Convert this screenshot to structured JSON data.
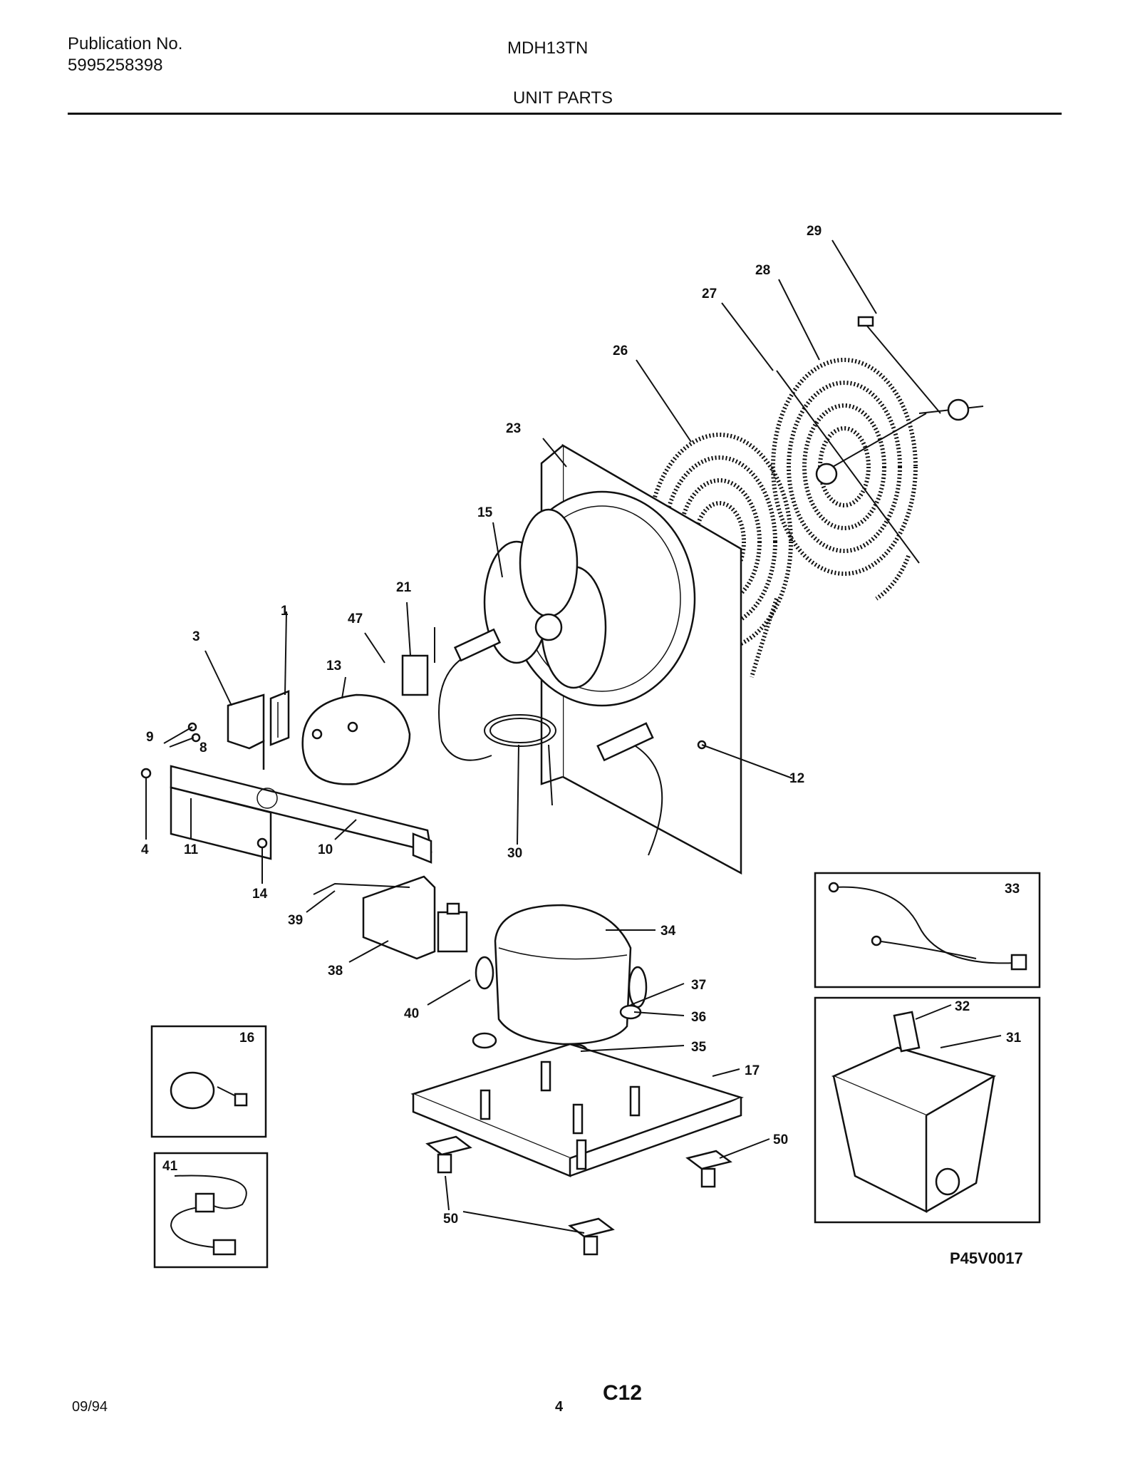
{
  "header": {
    "publication_label": "Publication No.",
    "publication_number": "5995258398",
    "model": "MDH13TN",
    "section_title": "UNIT PARTS"
  },
  "figure_code": "P45V0017",
  "footer": {
    "date": "09/94",
    "page_number": "4",
    "section_code": "C12"
  },
  "callouts": [
    "29",
    "28",
    "27",
    "26",
    "23",
    "15",
    "21",
    "47",
    "1",
    "3",
    "13",
    "9",
    "8",
    "12",
    "4",
    "11",
    "10",
    "30",
    "14",
    "39",
    "38",
    "40",
    "34",
    "33",
    "37",
    "36",
    "35",
    "32",
    "31",
    "16",
    "17",
    "50",
    "41",
    "50"
  ]
}
